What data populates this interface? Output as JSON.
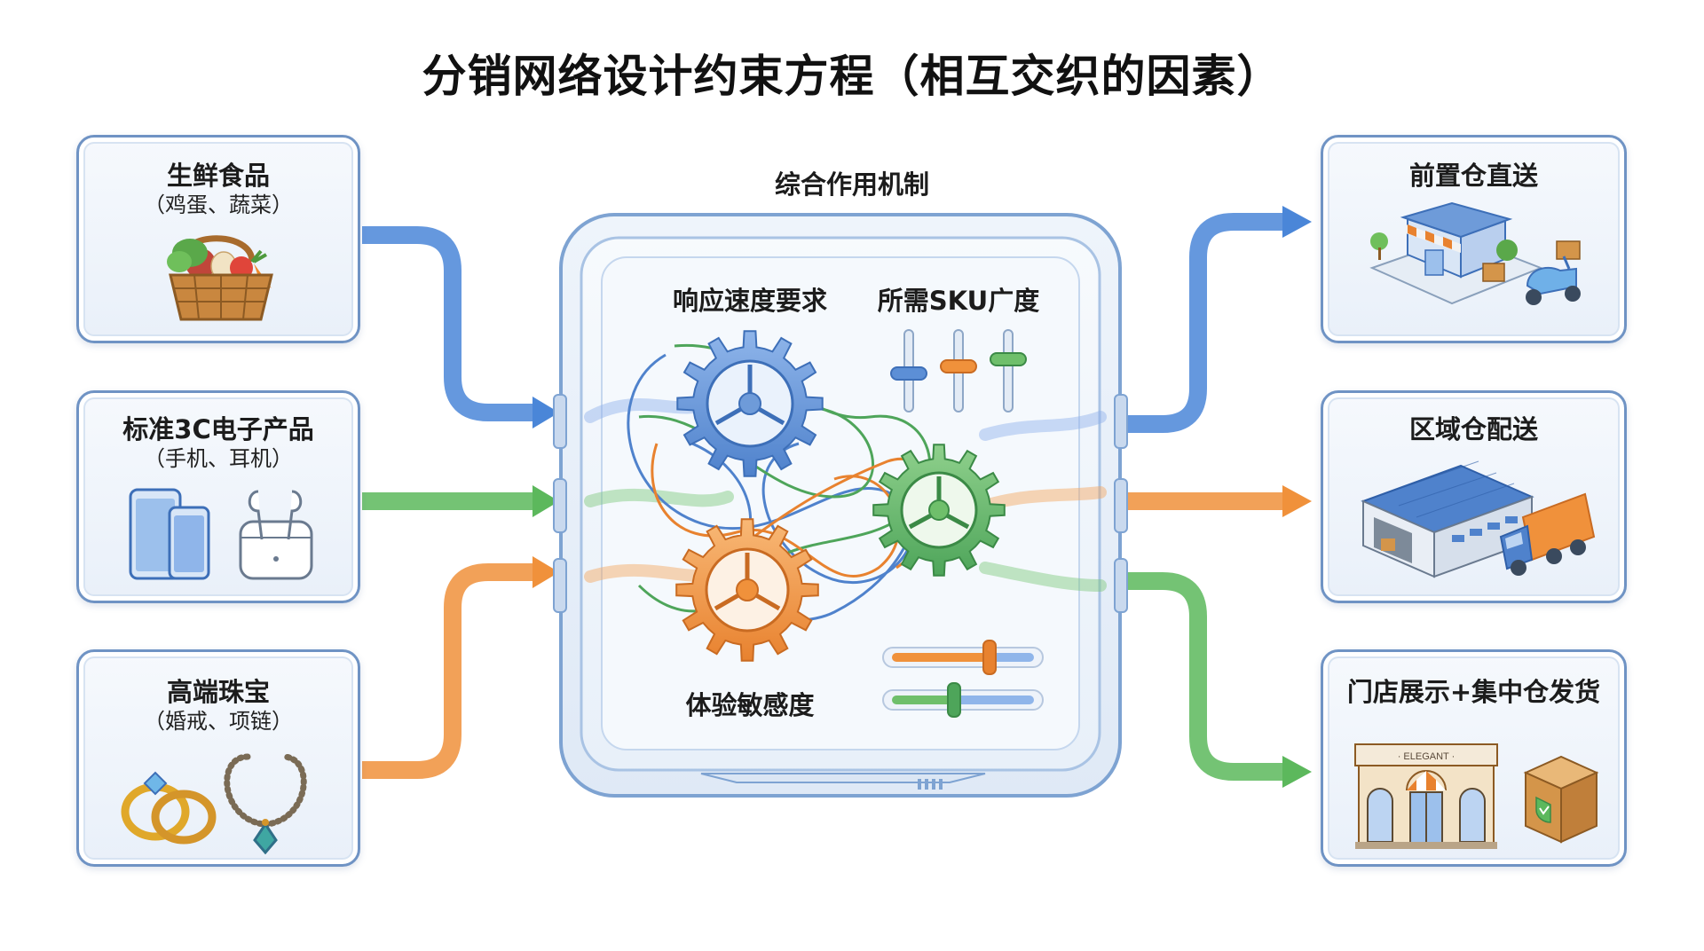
{
  "title": "分销网络设计约束方程（相互交织的因素）",
  "products": [
    {
      "name": "生鲜食品",
      "examples": "（鸡蛋、蔬菜）",
      "color": "#4a86d8"
    },
    {
      "name": "标准3C电子产品",
      "examples": "（手机、耳机）",
      "color": "#5cb85c"
    },
    {
      "name": "高端珠宝",
      "examples": "（婚戒、项链）",
      "color": "#f0913b"
    }
  ],
  "center": {
    "title": "综合作用机制",
    "factors": {
      "response_speed": "响应速度要求",
      "sku_breadth": "所需SKU广度",
      "experience_sensitivity": "体验敏感度"
    }
  },
  "channels": [
    {
      "name": "前置仓直送",
      "color": "#4a86d8"
    },
    {
      "name": "区域仓配送",
      "color": "#f0913b"
    },
    {
      "name": "门店展示+集中仓发货",
      "color": "#5cb85c",
      "sign": "· ELEGANT ·"
    }
  ],
  "icons": {
    "product_1": "basket-icon",
    "product_2": "phone-earbuds-icon",
    "product_3": "ring-necklace-icon",
    "channel_1": "store-scooter-icon",
    "channel_2": "warehouse-truck-icon",
    "channel_3": "boutique-box-icon"
  }
}
